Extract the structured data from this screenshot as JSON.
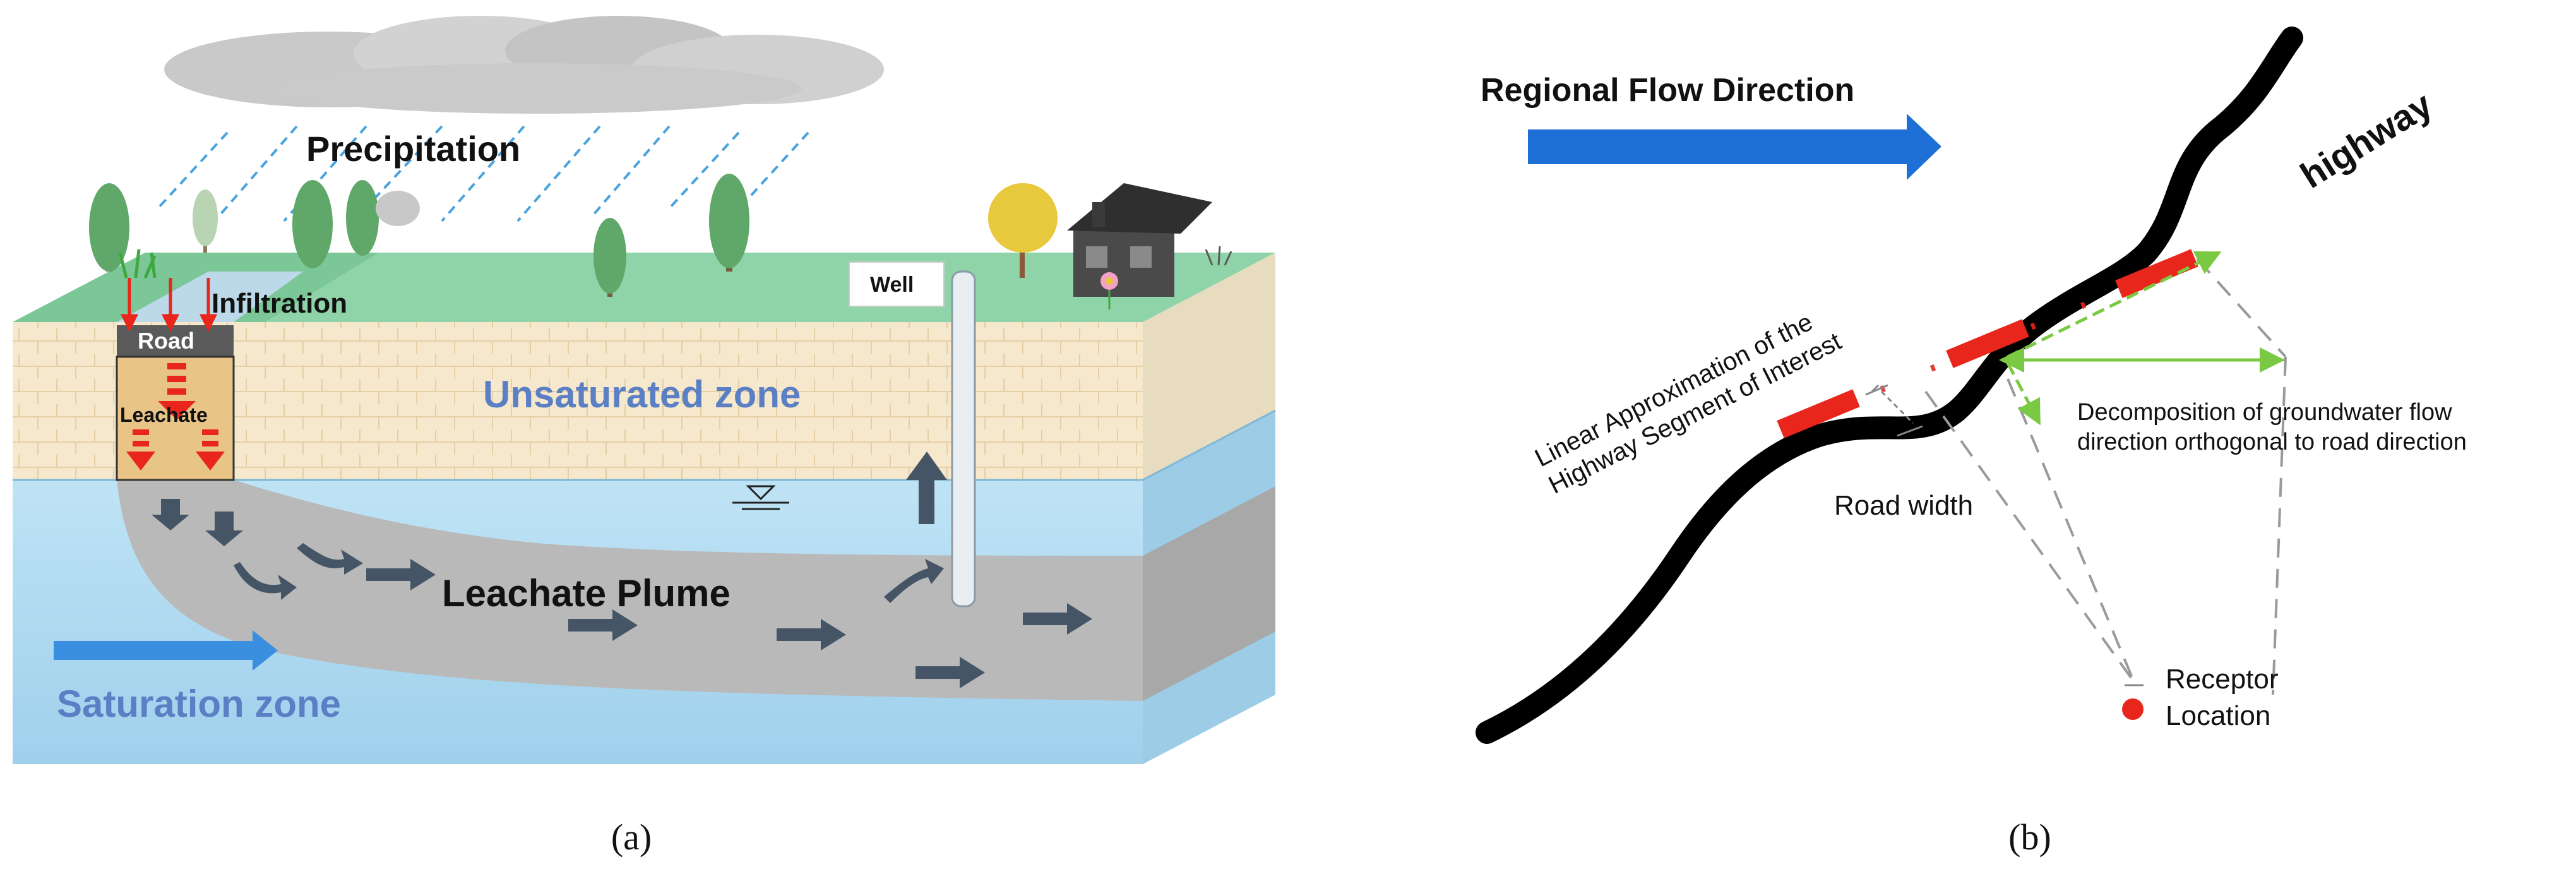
{
  "panel_a": {
    "precipitation": "Precipitation",
    "infiltration": "Infiltration",
    "road": "Road",
    "leachate": "Leachate",
    "well": "Well",
    "unsaturated_zone": "Unsaturated zone",
    "leachate_plume": "Leachate Plume",
    "saturation_zone": "Saturation zone",
    "caption": "(a)"
  },
  "panel_b": {
    "regional_flow": "Regional Flow Direction",
    "highway": "highway",
    "linear_approx_line1": "Linear Approximation of the",
    "linear_approx_line2": "Highway Segment of Interest",
    "decomposition_line1": "Decomposition of groundwater flow",
    "decomposition_line2": "direction orthogonal to road direction",
    "road_width": "Road width",
    "receptor_line1": "Receptor",
    "receptor_line2": "Location",
    "caption": "(b)"
  },
  "colors": {
    "sky_cloud": "#c9c9c9",
    "ground_top": "#8fd3a8",
    "unsaturated": "#f6e8cc",
    "saturated": "#a9d6ef",
    "plume": "#b9b9b9",
    "arrow_dark": "#455566",
    "flow_blue": "#1e6fd6",
    "zone_text": "#5b7fc4",
    "leachate_red": "#e8261c",
    "green_arrow": "#7ac943",
    "road_black": "#000000"
  }
}
